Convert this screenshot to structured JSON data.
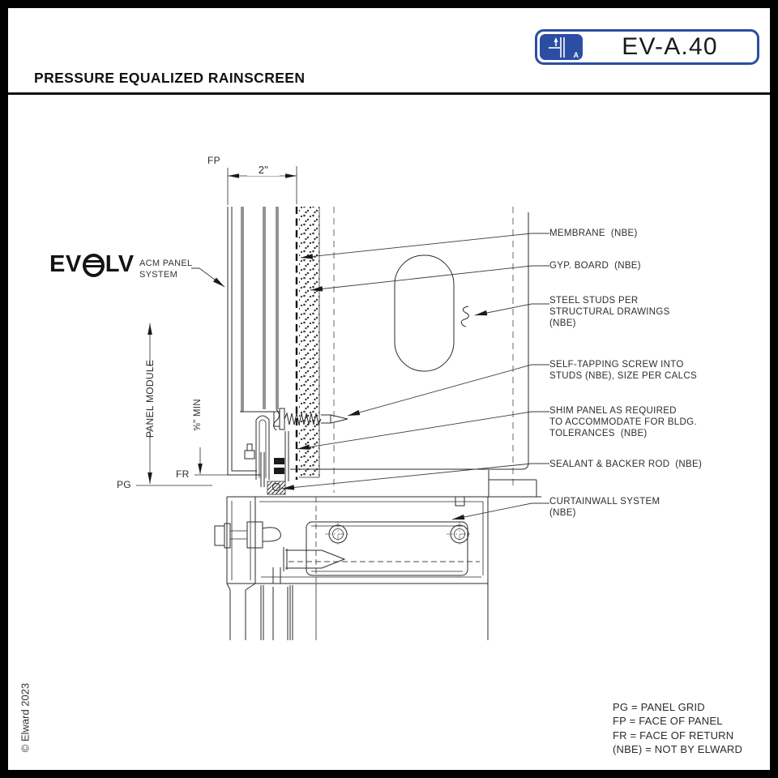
{
  "sheet": {
    "title": "PRESSURE EQUALIZED RAINSCREEN",
    "code": "EV-A.40",
    "icon_letter": "A",
    "copyright": "© Elward 2023",
    "colors": {
      "accent_blue": "#2b4ea2",
      "line_color": "#2a2a2a",
      "paper": "#ffffff",
      "border": "#000000"
    }
  },
  "logo": {
    "left": "EV",
    "right": "LV",
    "caption": "ACM PANEL\nSYSTEM"
  },
  "dims": {
    "fp": "FP",
    "top_width": "2\"",
    "panel_module": "PANEL MODULE",
    "min_return": "⅝\" MIN",
    "pg": "PG",
    "fr": "FR"
  },
  "callouts": [
    "MEMBRANE  (NBE)",
    "GYP. BOARD  (NBE)",
    "STEEL STUDS PER\nSTRUCTURAL DRAWINGS\n(NBE)",
    "SELF-TAPPING SCREW INTO\nSTUDS (NBE), SIZE PER CALCS",
    "SHIM PANEL AS REQUIRED\nTO ACCOMMODATE FOR BLDG.\nTOLERANCES  (NBE)",
    "SEALANT & BACKER ROD  (NBE)",
    "CURTAINWALL SYSTEM\n(NBE)"
  ],
  "legend": {
    "lines": [
      "PG = PANEL GRID",
      "FP = FACE OF PANEL",
      "FR = FACE OF RETURN",
      "(NBE) = NOT BY ELWARD"
    ]
  }
}
